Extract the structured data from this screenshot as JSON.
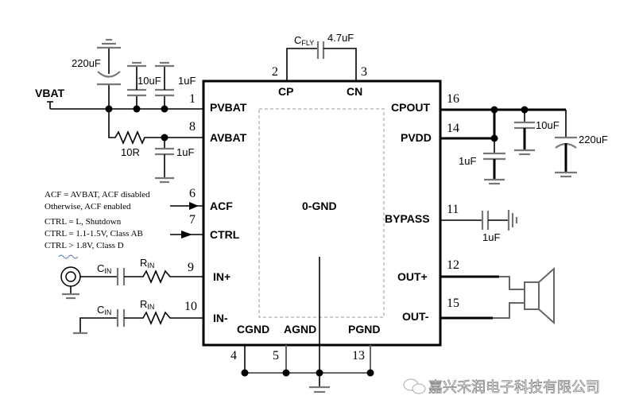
{
  "chip": {
    "center_label": "0-GND",
    "pins_left": [
      {
        "num": "1",
        "name": "PVBAT"
      },
      {
        "num": "8",
        "name": "AVBAT"
      },
      {
        "num": "6",
        "name": "ACF"
      },
      {
        "num": "7",
        "name": "CTRL"
      },
      {
        "num": "9",
        "name": "IN+"
      },
      {
        "num": "10",
        "name": "IN-"
      }
    ],
    "pins_top": [
      {
        "num": "2",
        "name": "CP"
      },
      {
        "num": "3",
        "name": "CN"
      }
    ],
    "pins_right": [
      {
        "num": "16",
        "name": "CPOUT"
      },
      {
        "num": "14",
        "name": "PVDD"
      },
      {
        "num": "11",
        "name": "BYPASS"
      },
      {
        "num": "12",
        "name": "OUT+"
      },
      {
        "num": "15",
        "name": "OUT-"
      }
    ],
    "pins_bottom": [
      {
        "num": "4",
        "name": "CGND"
      },
      {
        "num": "5",
        "name": "AGND"
      },
      {
        "num": "13",
        "name": "PGND"
      }
    ]
  },
  "components": {
    "vbat_label": "VBAT",
    "c_vbat_bulk": "220uF",
    "c_vbat_10": "10uF",
    "c_vbat_1": "1uF",
    "r_avbat": "10R",
    "c_avbat": "1uF",
    "c_fly_name": "C",
    "c_fly_sub": "FLY",
    "c_fly_value": "4.7uF",
    "c_cpout_1": "1uF",
    "c_cpout_10": "10uF",
    "c_cpout_bulk": "220uF",
    "c_bypass": "1uF",
    "c_in_name": "C",
    "c_in_sub": "IN",
    "r_in_name": "R",
    "r_in_sub": "IN"
  },
  "notes": {
    "acf": [
      "ACF = AVBAT, ACF disabled",
      "Otherwise, ACF enabled"
    ],
    "ctrl": [
      "CTRL = L, Shutdown",
      "CTRL = 1.1-1.5V, Class AB",
      "CTRL > 1.8V, Class D"
    ]
  },
  "watermark": {
    "icon": "wechat-icon",
    "text": "嘉兴禾润电子科技有限公司"
  }
}
